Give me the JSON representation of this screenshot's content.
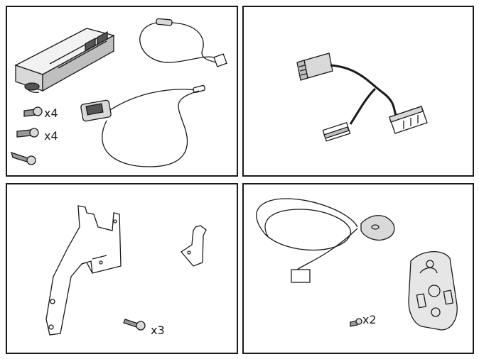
{
  "panels": [
    {
      "id": "module-kit",
      "quantities": [
        "x4",
        "x4"
      ]
    },
    {
      "id": "wiring-harness",
      "quantities": []
    },
    {
      "id": "mounting-bracket",
      "quantities": [
        "x3"
      ]
    },
    {
      "id": "sensor-holder",
      "quantities": [
        "x2"
      ]
    }
  ],
  "colors": {
    "line": "#1a1a1a",
    "fill_light": "#d9d9d9",
    "fill_mid": "#b3b3b3",
    "fill_dark": "#555555"
  }
}
